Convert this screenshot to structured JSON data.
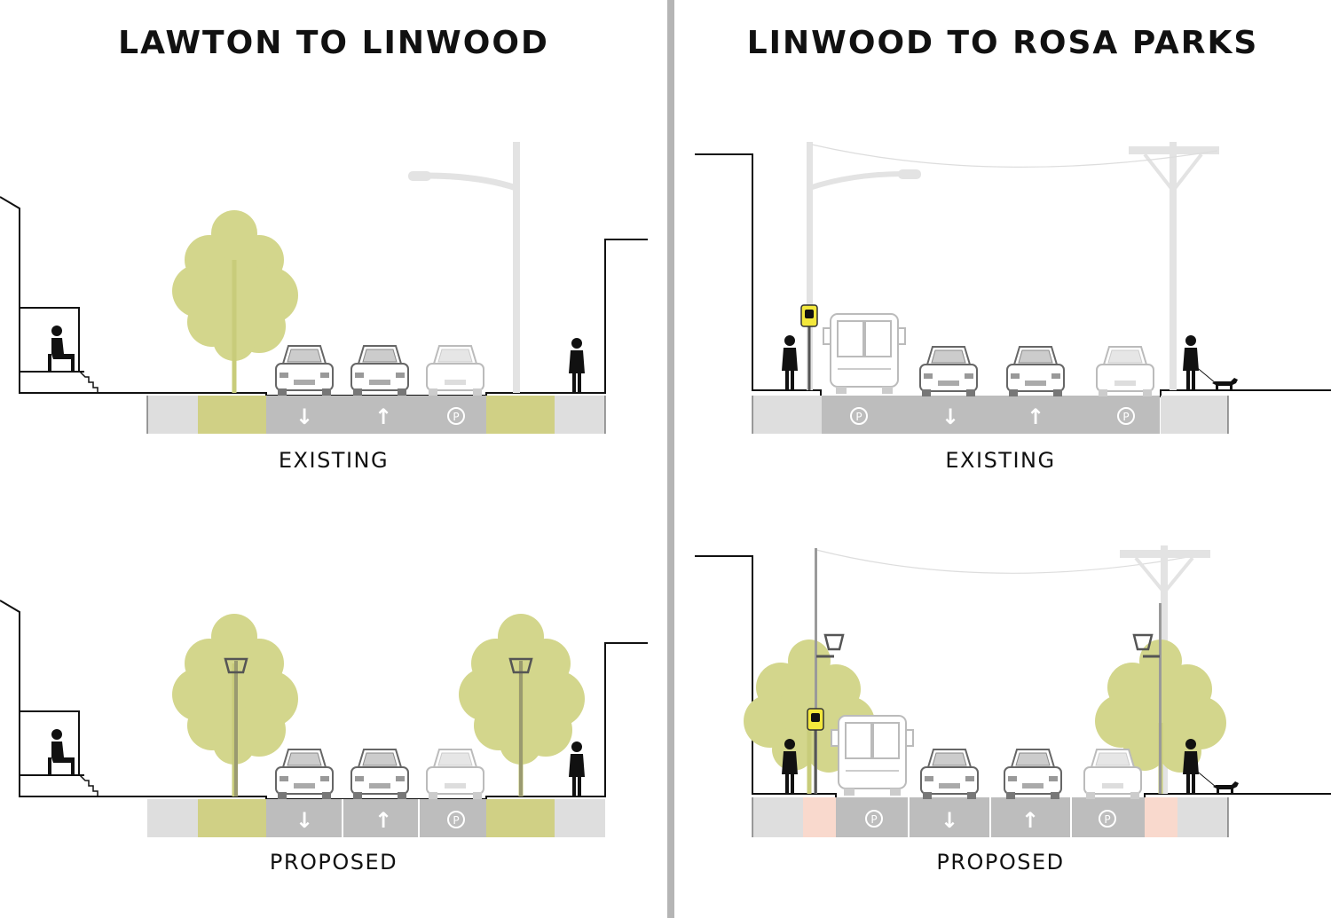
{
  "panels": {
    "left": {
      "title": "LAWTON TO LINWOOD"
    },
    "right": {
      "title": "LINWOOD TO ROSA PARKS"
    }
  },
  "captions": {
    "existing": "EXISTING",
    "proposed": "PROPOSED"
  },
  "lane_symbols": {
    "southbound": "↓",
    "northbound": "↑",
    "parking": "P"
  },
  "icons": [
    "tree-icon",
    "street-light-icon",
    "utility-pole-icon",
    "car-icon",
    "bus-icon",
    "bus-stop-sign-icon",
    "pedestrian-icon",
    "dog-icon",
    "arrow-down-icon",
    "arrow-up-icon",
    "parking-icon"
  ],
  "colors": {
    "tree": "#d3d68c",
    "planter": "#d0d085",
    "road": "#bdbdbd",
    "sidewalk": "#dedede",
    "bus_stop_accent": "#f3e83c",
    "bike_buffer": "#f9d9cd",
    "divider": "#b5b5b5"
  }
}
